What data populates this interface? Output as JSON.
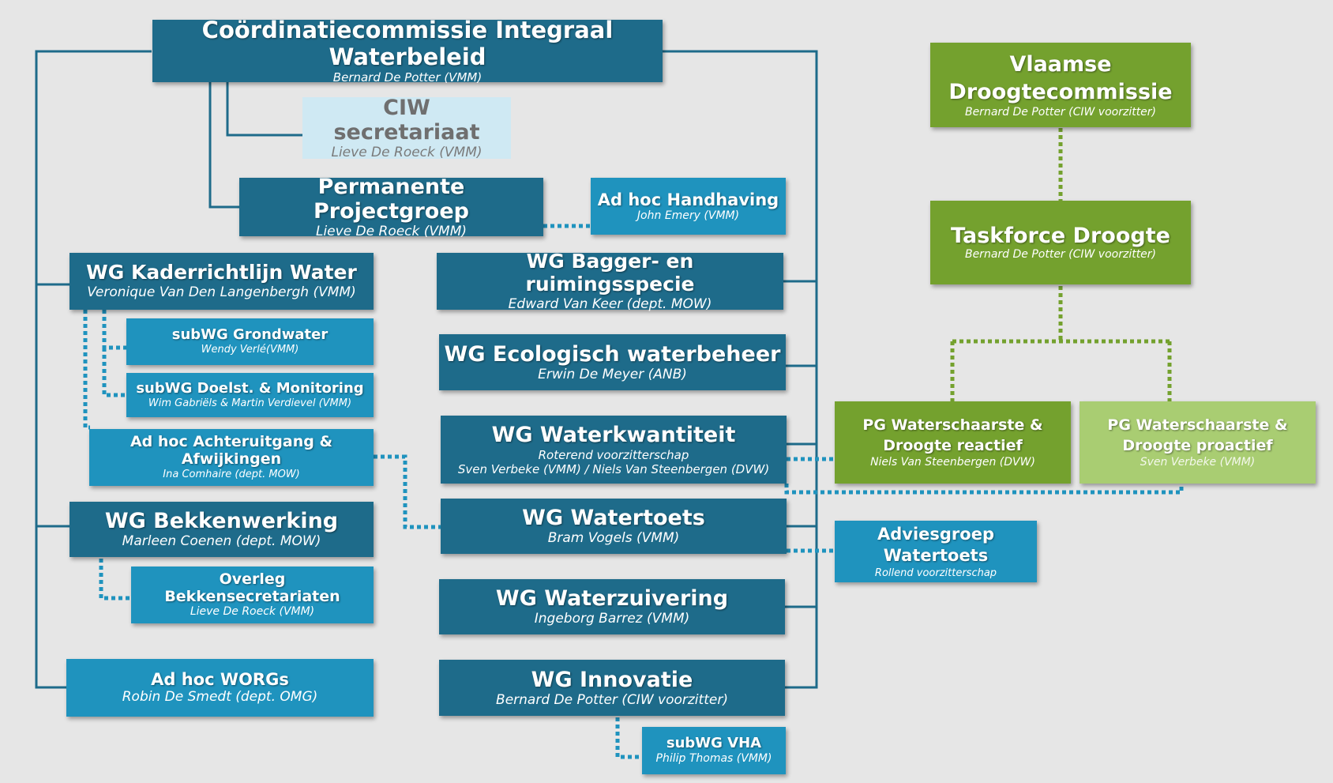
{
  "colors": {
    "dark_blue": "#1e6b8a",
    "mid_blue": "#1f93be",
    "light_blue": "#cfe9f3",
    "green": "#74a12e",
    "light_green": "#a9cd72",
    "line_blue": "#1e6b8a",
    "dot_blue": "#1f93be",
    "dot_green": "#74a12e"
  },
  "ciw": {
    "title": "Coördinatiecommissie Integraal Waterbeleid",
    "sub": "Bernard De Potter (VMM)"
  },
  "secretariaat": {
    "title": "CIW secretariaat",
    "sub": "Lieve De Roeck (VMM)"
  },
  "ppg": {
    "title": "Permanente Projectgroep",
    "sub": "Lieve De Roeck (VMM)"
  },
  "handhaving": {
    "title": "Ad hoc Handhaving",
    "sub": "John Emery (VMM)"
  },
  "krw": {
    "title": "WG Kaderrichtlijn Water",
    "sub": "Veronique Van Den Langenbergh  (VMM)"
  },
  "grondwater": {
    "title": "subWG Grondwater",
    "sub": "Wendy Verlé(VMM)"
  },
  "doelst": {
    "title": "subWG Doelst. & Monitoring",
    "sub": "Wim Gabriëls  & Martin Verdievel (VMM)"
  },
  "achteruitgang": {
    "title": "Ad hoc Achteruitgang & Afwijkingen",
    "sub": "Ina Comhaire (dept. MOW)"
  },
  "bekken": {
    "title": "WG Bekkenwerking",
    "sub": "Marleen Coenen (dept. MOW)"
  },
  "overleg": {
    "title": "Overleg Bekkensecretariaten",
    "sub": "Lieve De Roeck (VMM)"
  },
  "worgs": {
    "title": "Ad hoc WORGs",
    "sub": "Robin De Smedt (dept. OMG)"
  },
  "bagger": {
    "title": "WG Bagger- en ruimingsspecie",
    "sub": "Edward Van Keer (dept. MOW)"
  },
  "ecologisch": {
    "title": "WG Ecologisch waterbeheer",
    "sub": "Erwin De Meyer (ANB)"
  },
  "kwantiteit": {
    "title": "WG Waterkwantiteit",
    "sub": "Roterend voorzitterschap",
    "sub2": "Sven Verbeke (VMM) / Niels Van Steenbergen (DVW)"
  },
  "watertoets": {
    "title": "WG Watertoets",
    "sub": "Bram Vogels (VMM)"
  },
  "zuivering": {
    "title": "WG Waterzuivering",
    "sub": "Ingeborg Barrez (VMM)"
  },
  "innovatie": {
    "title": "WG Innovatie",
    "sub": "Bernard De Potter (CIW voorzitter)"
  },
  "vha": {
    "title": "subWG VHA",
    "sub": "Philip Thomas (VMM)"
  },
  "droogtecommissie": {
    "title": "Vlaamse Droogtecommissie",
    "sub": "Bernard De Potter (CIW voorzitter)"
  },
  "taskforce": {
    "title": "Taskforce Droogte",
    "sub": "Bernard De Potter (CIW voorzitter)"
  },
  "pg_reactief": {
    "title": "PG Waterschaarste & Droogte reactief",
    "sub": "Niels Van Steenbergen (DVW)"
  },
  "pg_proactief": {
    "title": "PG Waterschaarste & Droogte proactief",
    "sub": "Sven Verbeke (VMM)"
  },
  "adviesgroep": {
    "title": "Adviesgroep Watertoets",
    "sub": "Rollend voorzitterschap"
  }
}
